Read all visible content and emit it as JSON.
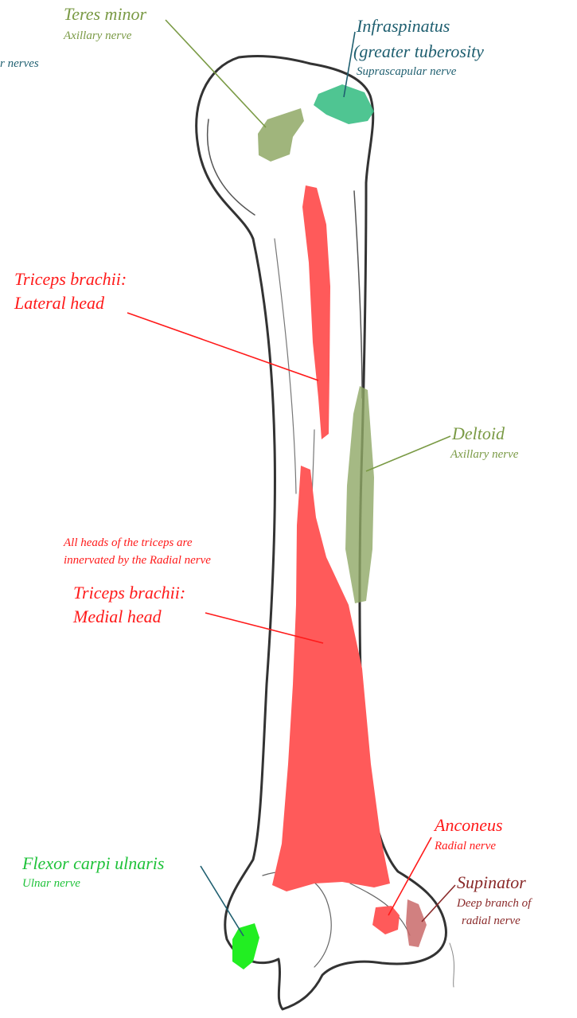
{
  "labels": {
    "teres_minor": {
      "title": "Teres minor",
      "nerve": "Axillary nerve"
    },
    "left_cut_nerve": "r nerves",
    "infraspinatus": {
      "title": "Infraspinatus",
      "subtitle": "(greater tuberosity",
      "nerve": "Suprascapular nerve"
    },
    "triceps_lateral": {
      "line1": "Triceps brachii:",
      "line2": "Lateral head"
    },
    "deltoid": {
      "title": "Deltoid",
      "nerve": "Axillary nerve"
    },
    "triceps_note": {
      "line1": "All heads of the triceps are",
      "line2": "innervated by the Radial nerve"
    },
    "triceps_medial": {
      "line1": "Triceps brachii:",
      "line2": "Medial head"
    },
    "anconeus": {
      "title": "Anconeus",
      "nerve": "Radial nerve"
    },
    "flexor_carpi_ulnaris": {
      "title": "Flexor carpi ulnaris",
      "nerve": "Ulnar nerve"
    },
    "supinator": {
      "title": "Supinator",
      "nerve_line1": "Deep branch of",
      "nerve_line2": "radial nerve"
    }
  },
  "colors": {
    "olive": "#7a9a45",
    "olive_fill": "#8fa865",
    "teal": "#1f5f70",
    "teal_fill": "#3cbf86",
    "red": "#ff1a1a",
    "red_fill": "#ff5a5a",
    "green": "#1fc23a",
    "green_fill": "#22ee22",
    "maroon": "#8a2a2a",
    "maroon_fill": "#c96a6a"
  }
}
